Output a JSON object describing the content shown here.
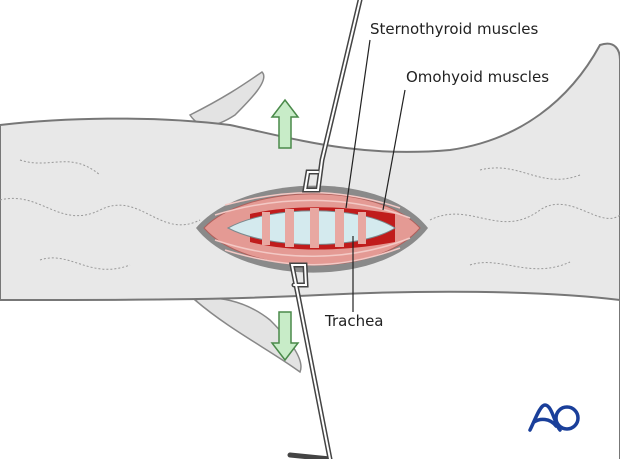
{
  "labels": {
    "sternothyroid": "Sternothyroid muscles",
    "omohyoid": "Omohyoid muscles",
    "trachea": "Trachea"
  },
  "logo": "AO",
  "colors": {
    "body": "#e8e8e8",
    "outline": "#777777",
    "muscle": "#e49a94",
    "trachea": "#d4eaee",
    "arrow": "#c8ecc8",
    "logo": "#1a3f9a"
  }
}
